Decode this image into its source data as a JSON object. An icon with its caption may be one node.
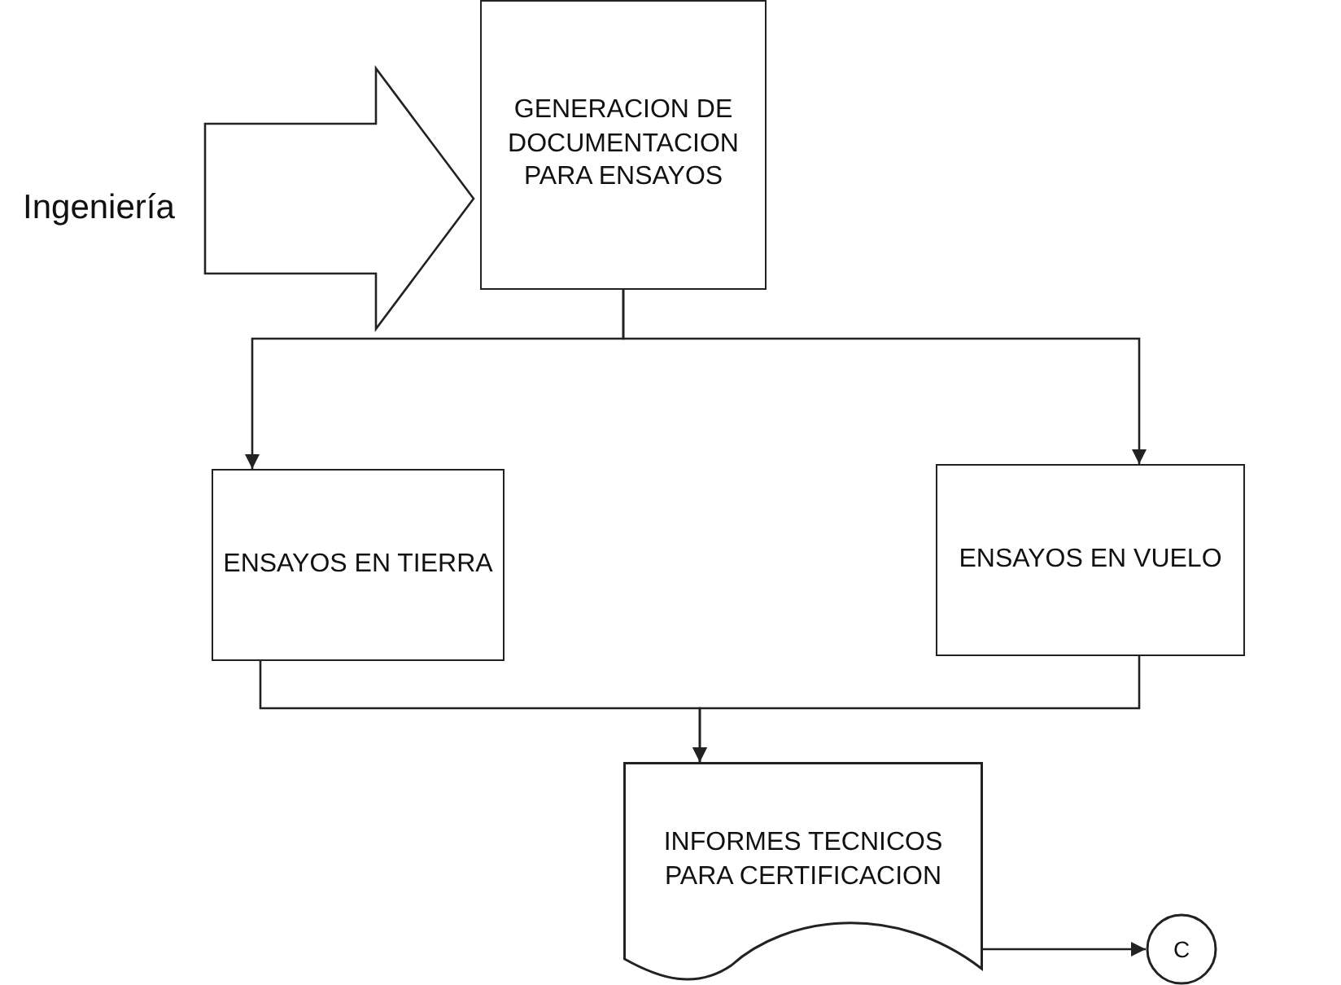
{
  "diagram": {
    "nodes": [
      {
        "text": [
          "Ingeniería"
        ]
      },
      {
        "text": [
          "GENERACION DE DOCUMENTACION PARA ENSAYOS"
        ]
      },
      {
        "text": [
          "ENSAYOS EN TIERRA"
        ]
      },
      {
        "text": [
          "ENSAYOS EN VUELO"
        ]
      },
      {
        "text": [
          "INFORMES TECNICOS PARA CERTIFICACION"
        ]
      },
      {
        "text": [
          "C"
        ]
      }
    ],
    "edges": [
      {
        "from": 0,
        "to": 1,
        "arrow": "to",
        "style": "thick"
      },
      {
        "from": 1,
        "to": 2,
        "arrow": "to"
      },
      {
        "from": 1,
        "to": 3,
        "arrow": "to"
      },
      {
        "from": 2,
        "to": 4,
        "arrow": "to"
      },
      {
        "from": 3,
        "to": 4,
        "arrow": "to"
      },
      {
        "from": 4,
        "to": 5,
        "arrow": "to"
      }
    ]
  }
}
